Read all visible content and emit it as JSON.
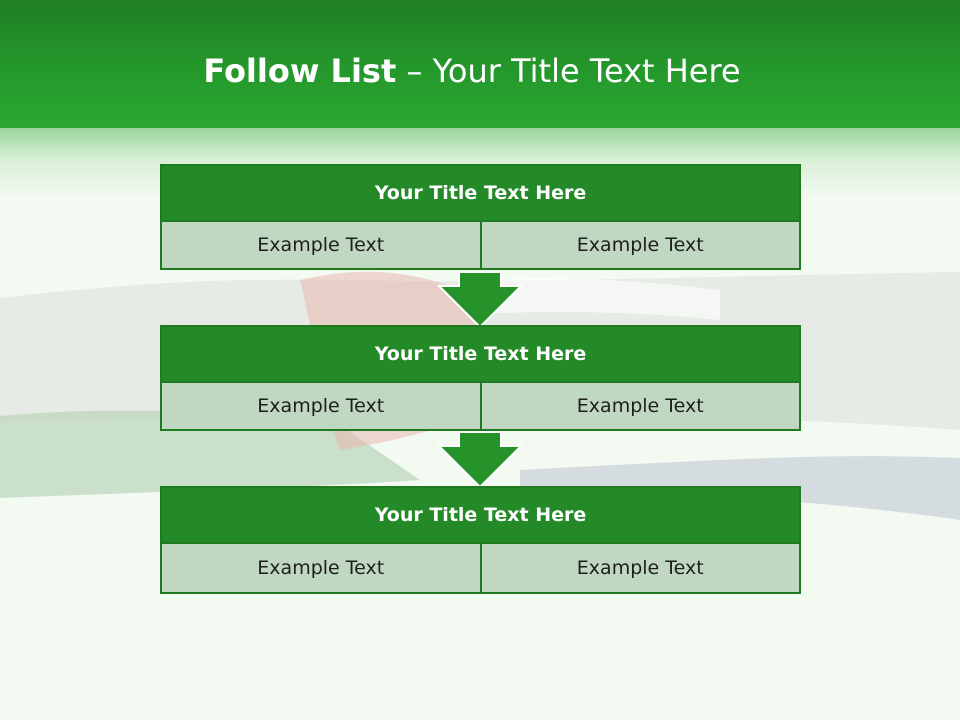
{
  "slide": {
    "title_bold": "Follow List",
    "title_rest": " – Your Title Text Here"
  },
  "blocks": [
    {
      "title": "Your Title Text Here",
      "left": "Example Text",
      "right": "Example Text"
    },
    {
      "title": "Your Title Text Here",
      "left": "Example Text",
      "right": "Example Text"
    },
    {
      "title": "Your Title Text Here",
      "left": "Example Text",
      "right": "Example Text"
    }
  ],
  "colors": {
    "header_green": "#24962b",
    "block_title_green": "#248a28",
    "cell_fill": "#c0d8c1",
    "arrow_green": "#26922a"
  },
  "icons": [
    "down-arrow-icon"
  ]
}
